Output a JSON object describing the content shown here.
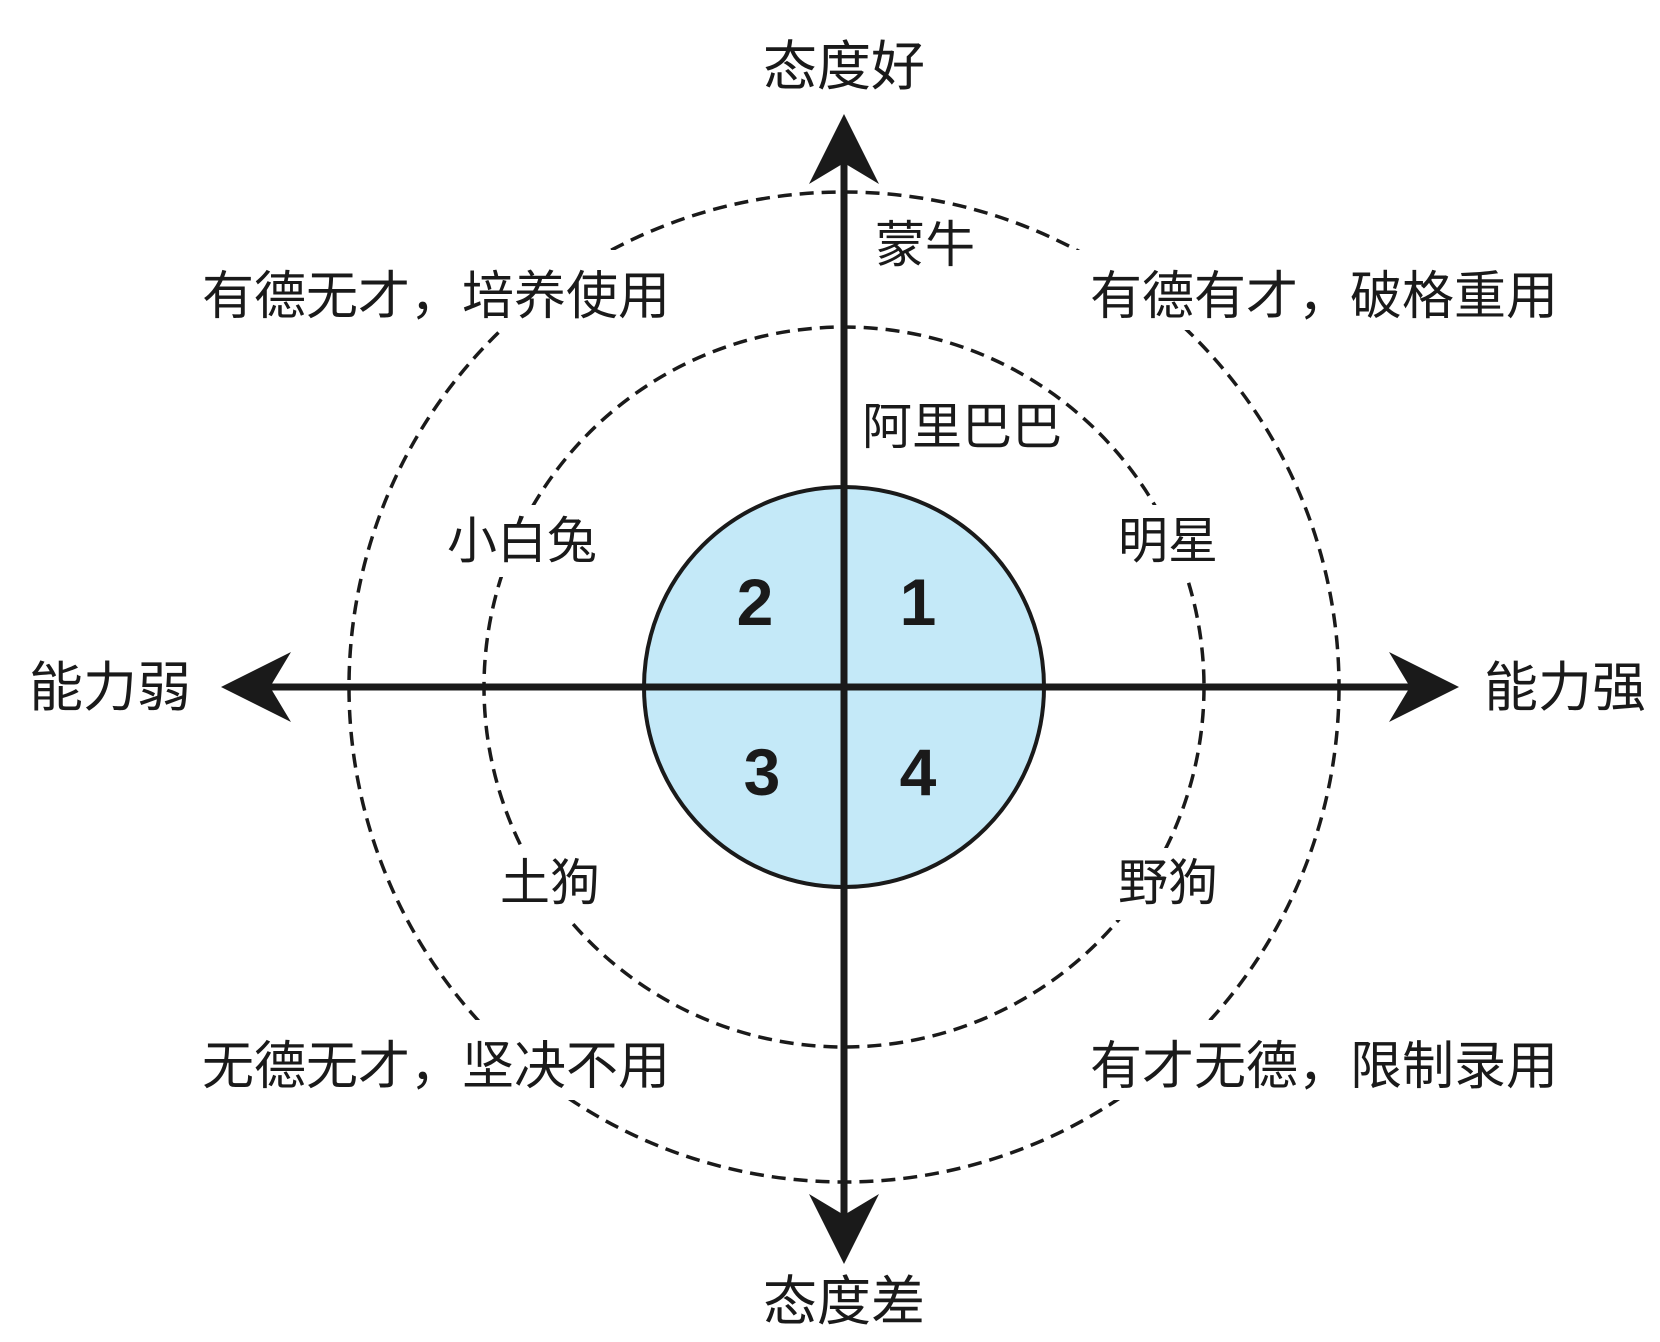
{
  "axes": {
    "top": "态度好",
    "bottom": "态度差",
    "left": "能力弱",
    "right": "能力强"
  },
  "quadrant_labels": {
    "top_left": "有德无才，培养使用",
    "top_right": "有德有才，破格重用",
    "bottom_left": "无德无才，坚决不用",
    "bottom_right": "有才无德，限制录用"
  },
  "zone_labels": {
    "top_outer": "蒙牛",
    "top_inner": "阿里巴巴",
    "upper_left": "小白兔",
    "upper_right": "明星",
    "lower_left": "土狗",
    "lower_right": "野狗"
  },
  "core_numbers": {
    "q1": "1",
    "q2": "2",
    "q3": "3",
    "q4": "4"
  },
  "colors": {
    "core_fill": "#c4e9f8",
    "line": "#1a1a1a",
    "background": "#ffffff"
  }
}
